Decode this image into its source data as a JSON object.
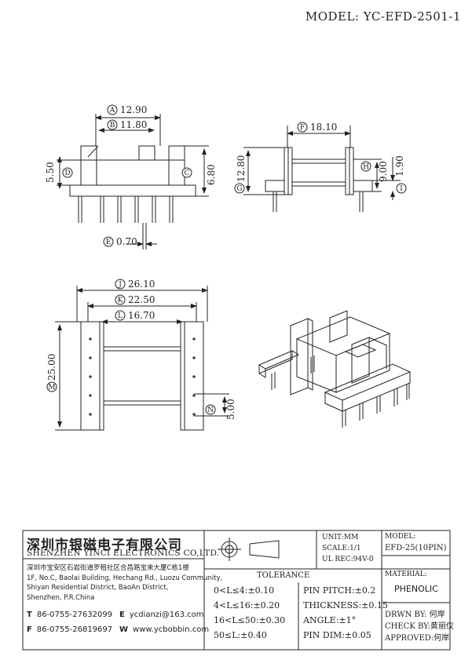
{
  "model_title": "MODEL: YC-EFD-2501-1",
  "dimensions": {
    "A": "12.90",
    "B": "11.80",
    "C": "6.80",
    "D": "5.50",
    "E": "0.70",
    "F": "18.10",
    "G": "12.80",
    "H": "9.00",
    "I": "1.90",
    "J": "26.10",
    "K": "22.50",
    "L": "16.70",
    "M": "25.00",
    "N": "5.00"
  },
  "company": {
    "name_cn": "深圳市银磁电子有限公司",
    "name_en": "SHENZHEN YINCI ELECTRONICS CO,LTD.",
    "address_cn": "深圳市宝安区石岩街道罗租社区合昌路宝来大厦C栋1楼",
    "address_en_1": "1F, No.C, Baolai Building, Hechang Rd., Luozu Community,",
    "address_en_2": "Shiyan Residential District, BaoAn District,",
    "address_en_3": "Shenzhen, P.R.China",
    "tel_label": "T",
    "tel": "86-0755-27632099",
    "fax_label": "F",
    "fax": "86-0755-26819697",
    "email_label": "E",
    "email": "ycdianzi@163.com",
    "web_label": "W",
    "web": "www.ycbobbin.com"
  },
  "specs": {
    "unit": "UNIT:MM",
    "scale": "SCALE:1/1",
    "ul_rec": "UL REC:94V-0",
    "model_label": "MODEL:",
    "model_value": "EFD-25(10PIN)",
    "material_label": "MATERIAL:",
    "material_value": "PHENOLIC"
  },
  "tolerance": {
    "title": "TOLERANCE",
    "rows": [
      "0<L≤4:±0.10",
      "4<L≤16:±0.20",
      "16<L≤50:±0.30",
      "50≤L:±0.40"
    ],
    "pin_pitch": "PIN PITCH:±0.2",
    "thickness": "THICKNESS:±0.15",
    "angle": "ANGLE:±1°",
    "pin_dim": "PIN DIM:±0.05"
  },
  "signoff": {
    "drawn": "DRWN BY: 何岸",
    "check": "CHECK BY:黄丽仪",
    "approved": "APPROVED:何岸"
  }
}
